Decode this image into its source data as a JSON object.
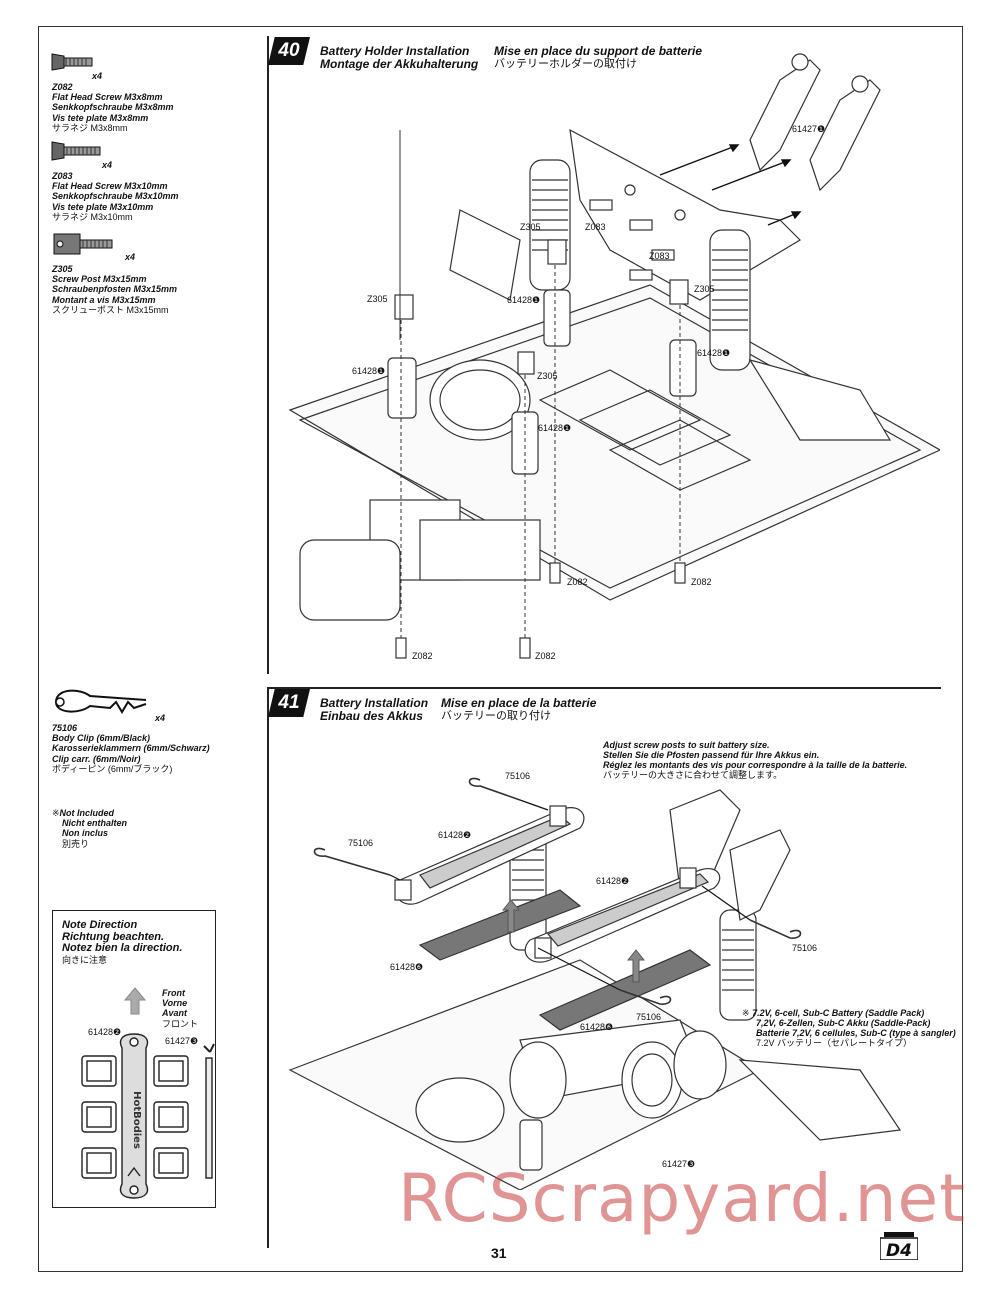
{
  "parts_sidebar": [
    {
      "code": "Z082",
      "qty": "x4",
      "en": "Flat Head Screw M3x8mm",
      "de": "Senkkopfschraube M3x8mm",
      "fr": "Vis tete plate M3x8mm",
      "jp": "サラネジ M3x8mm"
    },
    {
      "code": "Z083",
      "qty": "x4",
      "en": "Flat Head Screw M3x10mm",
      "de": "Senkkopfschraube M3x10mm",
      "fr": "Vis tete plate M3x10mm",
      "jp": "サラネジ M3x10mm"
    },
    {
      "code": "Z305",
      "qty": "x4",
      "en": "Screw Post M3x15mm",
      "de": "Schraubenpfosten M3x15mm",
      "fr": "Montant a vis M3x15mm",
      "jp": "スクリューポスト M3x15mm"
    },
    {
      "code": "75106",
      "qty": "x4",
      "en": "Body Clip (6mm/Black)",
      "de": "Karosserieklammern (6mm/Schwarz)",
      "fr": "Clip carr. (6mm/Noir)",
      "jp": "ボディーピン (6mm/ブラック)"
    }
  ],
  "not_included": {
    "symbol": "※",
    "en": "Not Included",
    "de": "Nicht enthalten",
    "fr": "Non inclus",
    "jp": "別売り"
  },
  "note_direction": {
    "en": "Note Direction",
    "de": "Richtung beachten.",
    "fr": "Notez bien la direction.",
    "jp": "向きに注意",
    "front_en": "Front",
    "front_de": "Vorne",
    "front_fr": "Avant",
    "front_jp": "フロント",
    "part_a": "61428❷",
    "part_b": "61427❸"
  },
  "step40": {
    "number": "40",
    "title_en": "Battery Holder Installation",
    "title_fr": "Mise en place du support de batterie",
    "title_de": "Montage der Akkuhalterung",
    "title_jp": "バッテリーホルダーの取付け",
    "labels": {
      "p61427": "61427❶",
      "z305a": "Z305",
      "z083a": "Z083",
      "z083b": "Z083",
      "z305b": "Z305",
      "p61428a": "61428❶",
      "z305c": "Z305",
      "p61428b": "61428❶",
      "p61428c": "61428❶",
      "z305d": "Z305",
      "p61428d": "61428❶",
      "z082a": "Z082",
      "z082b": "Z082",
      "z082c": "Z082",
      "z082d": "Z082"
    }
  },
  "step41": {
    "number": "41",
    "title_en": "Battery Installation",
    "title_fr": "Mise en place de la batterie",
    "title_de": "Einbau des Akkus",
    "title_jp": "バッテリーの取り付け",
    "adjust_en": "Adjust screw posts to suit battery size.",
    "adjust_de": "Stellen Sie die Pfosten passend für Ihre Akkus ein.",
    "adjust_fr": "Réglez les montants des vis pour correspondre à la taille de la batterie.",
    "adjust_jp": "バッテリーの大きさに合わせて調整します。",
    "battery_symbol": "※",
    "battery_en": "7.2V, 6-cell, Sub-C Battery (Saddle Pack)",
    "battery_de": "7,2V, 6-Zellen, Sub-C Akku (Saddle-Pack)",
    "battery_fr": "Batterie 7,2V, 6 cellules, Sub-C (type à sangler)",
    "battery_jp": "7.2V バッテリー（セパレートタイプ）",
    "labels": {
      "c1": "75106",
      "c2": "75106",
      "c3": "75106",
      "c4": "75106",
      "h1": "61428❷",
      "h2": "61428❷",
      "h3": "61428❻",
      "h4": "61428❻",
      "h5": "61427❸"
    }
  },
  "page_number": "31",
  "watermark": "RCScrapyard.net",
  "logo_text": "D4"
}
